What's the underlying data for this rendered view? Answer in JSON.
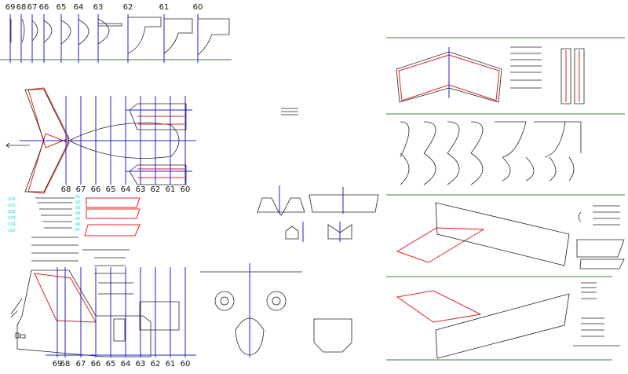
{
  "stations": [
    "69",
    "68",
    "67",
    "66",
    "65",
    "64",
    "63",
    "62",
    "61",
    "60"
  ],
  "rib_labels_left": [
    "100",
    "101",
    "102",
    "103",
    "104",
    "105"
  ],
  "rib_labels_right": [
    "91",
    "92",
    "93",
    "94",
    "95",
    "96",
    "97"
  ],
  "colors": {
    "structure": "#222222",
    "frames": "#2020d0",
    "ribs": "#e02020",
    "labels": "#00d8e8",
    "separators": "#4a7a4a"
  }
}
